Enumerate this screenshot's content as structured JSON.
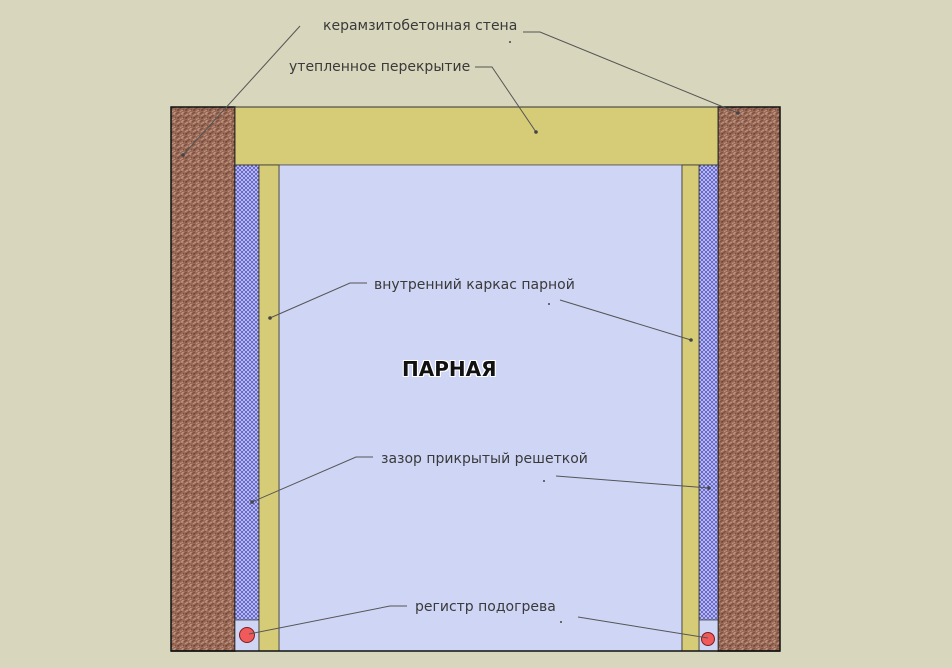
{
  "labels": {
    "wall": "керамзитобетонная стена",
    "ceiling": "утепленное перекрытие",
    "frame": "внутренний каркас парной",
    "gap": "зазор прикрытый решеткой",
    "heater": "регистр подогрева",
    "room": "ПАРНАЯ"
  },
  "colors": {
    "background": "#d8d6bc",
    "wall": "#9b6b58",
    "insulation": "#d6cc78",
    "room": "#cfd5f5",
    "grille": "#6f70d8",
    "heater": "#f05a5a"
  }
}
